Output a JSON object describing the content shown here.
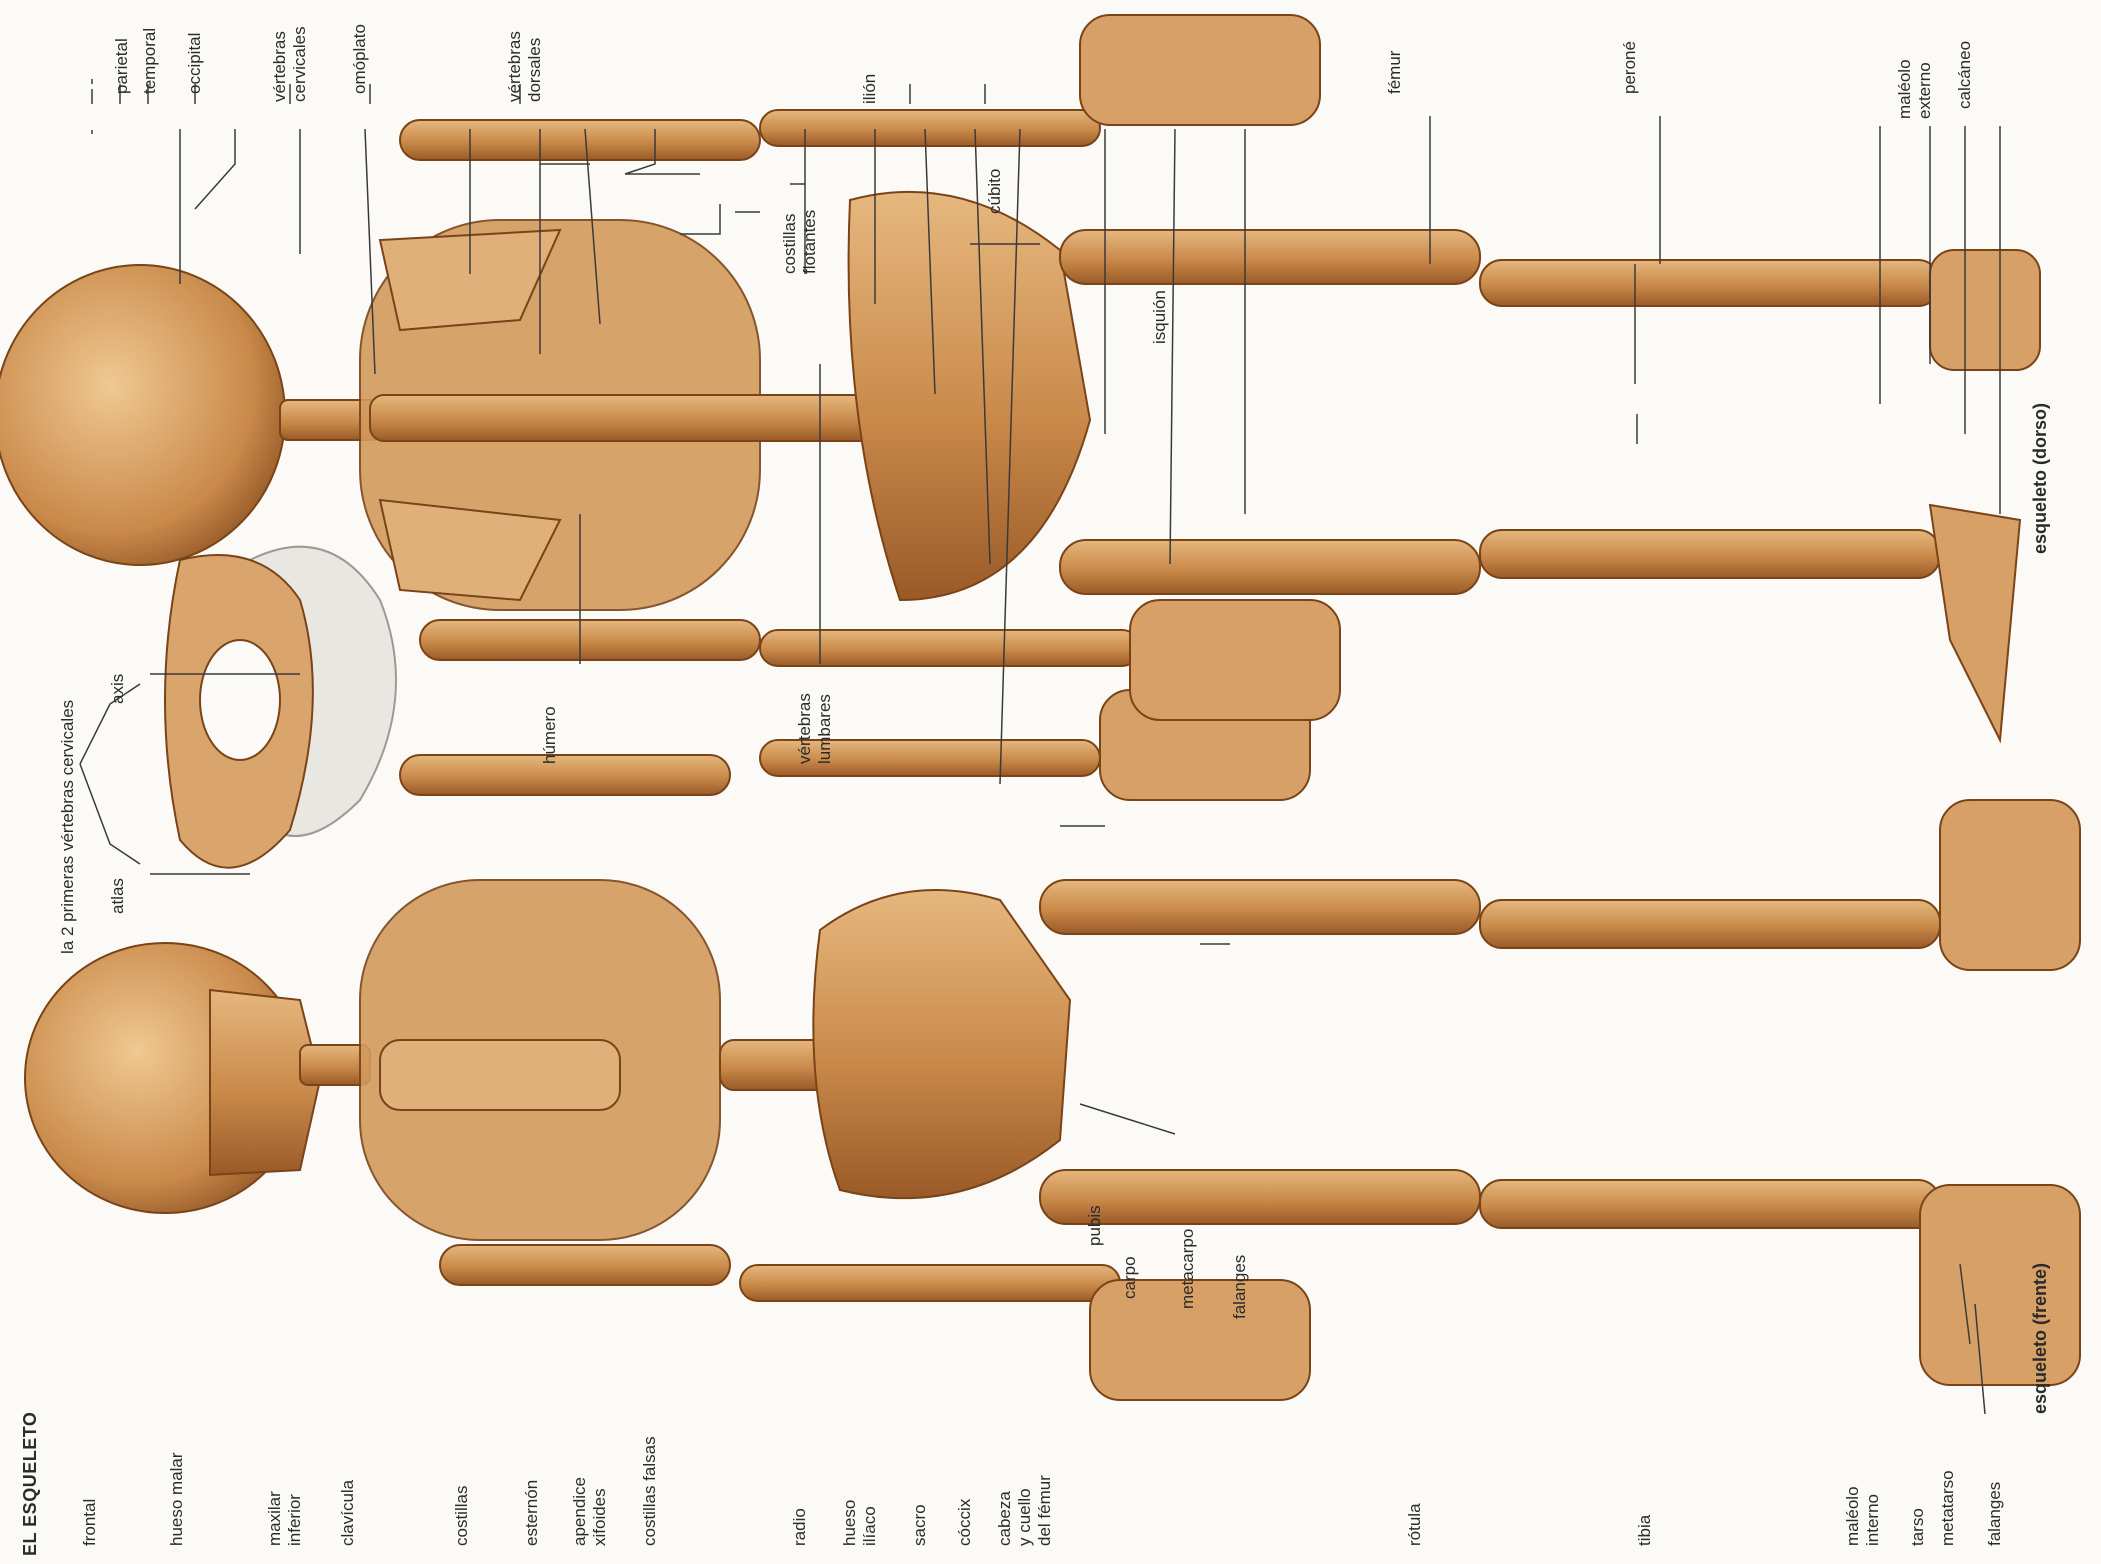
{
  "title": "EL ESQUELETO",
  "captions": {
    "front": "esqueleto (frente)",
    "back": "esqueleto (dorso)",
    "vertebrae_inset": "la 2 primeras vértebras cervicales"
  },
  "labels": {
    "frontal": "frontal",
    "hueso_malar": "hueso malar",
    "maxilar_inferior": "maxilar\ninferior",
    "clavicula": "clavícula",
    "costillas": "costillas",
    "esternon": "esternón",
    "apendice_xifoides": "apendice\nxifoides",
    "costillas_falsas": "costillas falsas",
    "radio": "radio",
    "hueso_iliaco": "hueso\nilíaco",
    "sacro": "sacro",
    "coccix": "cóccix",
    "cabeza_cuello_femur": "cabeza\ny cuello\ndel fémur",
    "carpo": "carpo",
    "metacarpo": "metacarpo",
    "falanges_mano": "falanges",
    "pubis": "pubis",
    "rotula": "rótula",
    "tibia": "tibia",
    "maleolo_interno": "maléolo\ninterno",
    "tarso": "tarso",
    "metatarso": "metatarso",
    "falanges_pie": "falanges",
    "atlas": "atlas",
    "axis": "axis",
    "humero": "húmero",
    "vertebras_lumbares": "vértebras\nlumbares",
    "isquion": "isquión",
    "costillas_flotantes": "costillas\nflotantes",
    "cubito": "cúbito",
    "ilion": "ilión",
    "femur": "fémur",
    "perone": "peroné",
    "maleolo_externo": "maléolo\nexterno",
    "calcaneo": "calcáneo",
    "parietal": "parietal",
    "temporal": "temporal",
    "occipital": "occipital",
    "vertebras_cervicales": "vértebras\ncervicales",
    "omoplato": "omóplato",
    "vertebras_dorsales": "vértebras\ndorsales"
  },
  "colors": {
    "bone": "#c98a4a",
    "bone_light": "#e6b77e",
    "bone_dark": "#8a4f20",
    "cartilage": "#e9e7e1",
    "background": "#fbfaf6",
    "text": "#2b2b2b"
  }
}
